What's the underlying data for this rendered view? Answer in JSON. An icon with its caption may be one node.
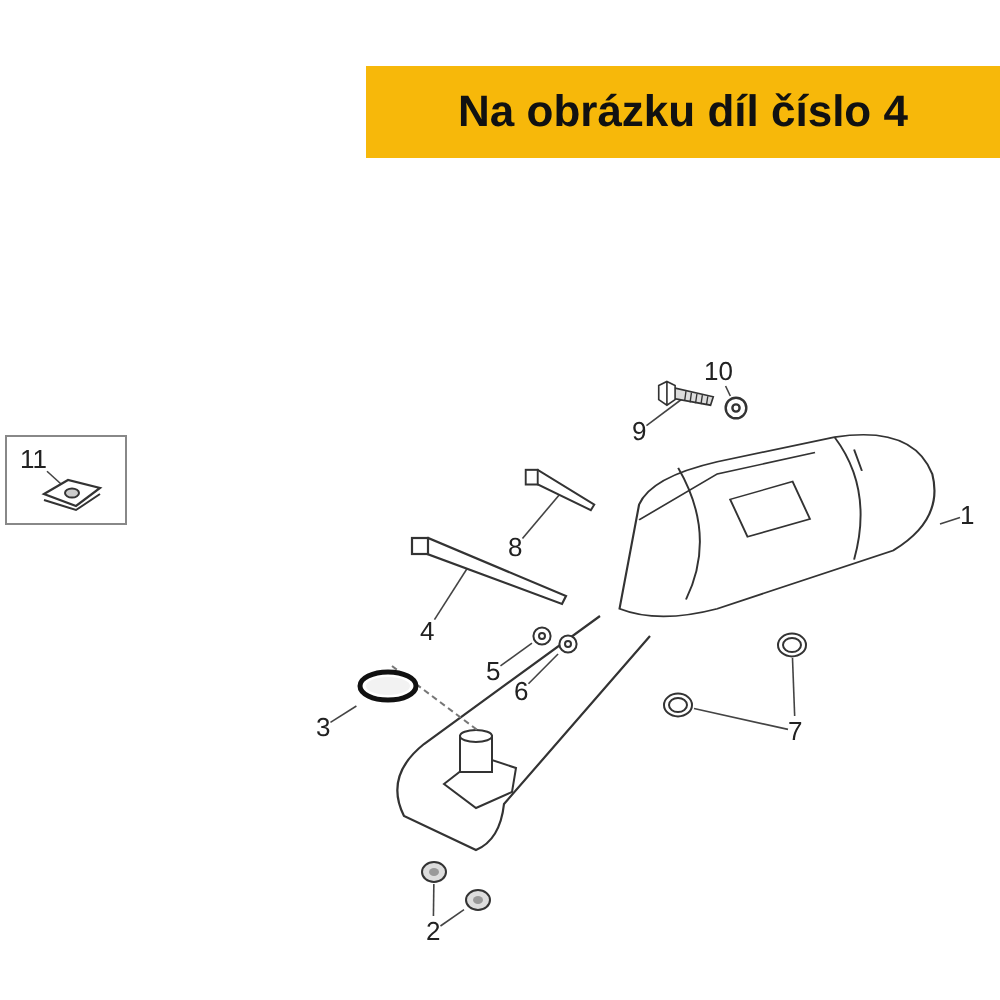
{
  "diagram": {
    "title": "Na obrázku díl číslo 4",
    "nodes": [
      {
        "text": [
          "1"
        ]
      },
      {
        "text": [],
        "shape": "picture"
      },
      {
        "text": [
          "2"
        ]
      },
      {
        "text": [],
        "shape": "circle"
      },
      {
        "text": [],
        "shape": "circle"
      },
      {
        "text": [
          "3"
        ]
      },
      {
        "text": [],
        "shape": "circle"
      },
      {
        "text": [
          "4"
        ]
      },
      {
        "text": [],
        "shape": "picture"
      },
      {
        "text": [
          "5"
        ]
      },
      {
        "text": [],
        "shape": "circle"
      },
      {
        "text": [
          "6"
        ]
      },
      {
        "text": [],
        "shape": "circle"
      },
      {
        "text": [
          "7"
        ]
      },
      {
        "text": [],
        "shape": "circle"
      },
      {
        "text": [],
        "shape": "circle"
      },
      {
        "text": [
          "8"
        ]
      },
      {
        "text": [],
        "shape": "picture"
      },
      {
        "text": [
          "9"
        ]
      },
      {
        "text": [],
        "shape": "picture"
      },
      {
        "text": [
          "10"
        ]
      },
      {
        "text": [],
        "shape": "circle"
      },
      {
        "text": [
          "11"
        ]
      },
      {
        "text": [],
        "shape": "picture"
      }
    ],
    "edges": [
      {
        "from": 0,
        "to": 1,
        "arrow": "none"
      },
      {
        "from": 2,
        "to": 3,
        "arrow": "none"
      },
      {
        "from": 2,
        "to": 4,
        "arrow": "none"
      },
      {
        "from": 5,
        "to": 6,
        "arrow": "none"
      },
      {
        "from": 7,
        "to": 8,
        "arrow": "none"
      },
      {
        "from": 9,
        "to": 10,
        "arrow": "none"
      },
      {
        "from": 11,
        "to": 12,
        "arrow": "none"
      },
      {
        "from": 13,
        "to": 14,
        "arrow": "none"
      },
      {
        "from": 13,
        "to": 15,
        "arrow": "none"
      },
      {
        "from": 16,
        "to": 17,
        "arrow": "none"
      },
      {
        "from": 18,
        "to": 19,
        "arrow": "none"
      },
      {
        "from": 20,
        "to": 21,
        "arrow": "none"
      },
      {
        "from": 22,
        "to": 23,
        "arrow": "none"
      }
    ]
  }
}
